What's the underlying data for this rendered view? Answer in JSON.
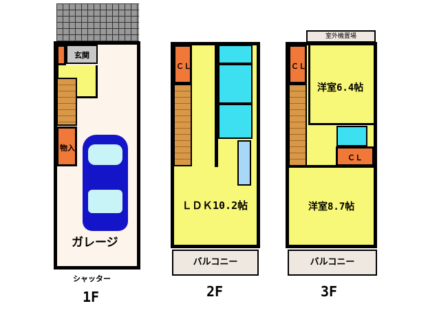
{
  "floor_1f": {
    "label": "1F",
    "entrance": "玄関",
    "storage": "物入",
    "garage": "ガレージ",
    "shutter": "シャッター"
  },
  "floor_2f": {
    "label": "2F",
    "closet": "ＣＬ",
    "ldk": "ＬＤＫ10.2帖",
    "balcony": "バルコニー"
  },
  "floor_3f": {
    "label": "3F",
    "outdoor_unit": "室外機置場",
    "closet1": "ＣＬ",
    "closet2": "ＣＬ",
    "room1": "洋室6.4帖",
    "room2": "洋室8.7帖",
    "balcony": "バルコニー"
  }
}
